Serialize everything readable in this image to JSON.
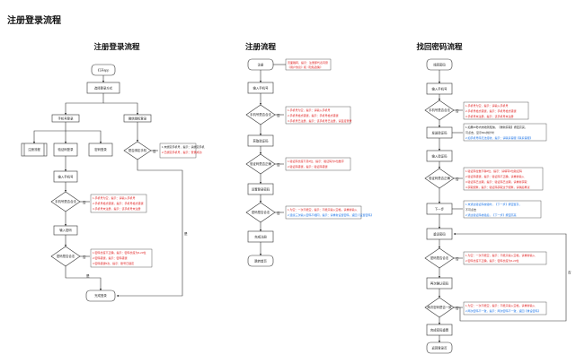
{
  "page_title": "注册登录流程",
  "sections": {
    "login": {
      "title": "注册登录流程",
      "nodes": {
        "open_app": "打开app",
        "choose_method": "选择登录方式",
        "phone_login": "手机号登录",
        "wechat_login": "微信授权登录",
        "captcha": "验证码登录",
        "password": "密码登录",
        "reg_flow": "注册流程",
        "bind": "是否绑定手机",
        "input_phone": "输入手机号",
        "check_phone": "手机号是否合法",
        "input_pwd": "输入密码",
        "check_pwd": "密码是否合法",
        "login_ok": "完成登录"
      },
      "notes": {
        "bind_note": [
          "1.未绑定手机号，提示：请绑定手机",
          "2.已绑定手机号，提示：登录成功"
        ],
        "phone_note": [
          "1.手机号为空，提示：请输入手机号",
          "2.手机号格式错误，提示：手机号格式错误",
          "3.手机号未注册，提示：该手机号未注册"
        ],
        "pwd_note": [
          "1.密码长度不正确，提示：密码长度为6-20位",
          "2.密码错误，提示：密码错误",
          "3.密码错误5次，提示：账号已锁定"
        ]
      },
      "labels": {
        "yes": "是",
        "no": "否"
      }
    },
    "register": {
      "title": "注册流程",
      "nodes": {
        "register": "注册",
        "input_phone": "输入手机号",
        "check_phone": "手机号是否合法",
        "get_code": "获取验证码",
        "check_code": "验证码是否正确",
        "set_pwd": "设置登录密码",
        "check_pwd": "密码是否合法",
        "reg_ok": "完成注册",
        "to_home": "跳转首页"
      },
      "notes": {
        "top_note": [
          "页面跳转，提示：注册即代表同意",
          "《用户协议》和《隐私政策》"
        ],
        "phone_note": [
          "1.手机号为空，提示：请输入手机号",
          "2.手机号格式错误，提示：手机号格式错误",
          "3.手机号已注册，提示：该手机号已注册，请直接登录"
        ],
        "code_note": [
          "1.验证码长度不足6位，提示：验证码为6位数字",
          "2.验证码错误，提示：验证码错误"
        ],
        "pwd_note": [
          "1.为空：一次不能空，提示：不能只输入空格，请重新输入",
          "2.连续三次输入密码不相同，提示：请重新设置密码，返回【设置密码】"
        ]
      },
      "labels": {
        "yes": "是",
        "no": "否"
      }
    },
    "recover": {
      "title": "找回密码流程",
      "nodes": {
        "forgot": "找回密码",
        "input_phone": "输入手机号",
        "check_phone": "手机号是否合法",
        "send_code": "发送验证码",
        "input_code": "输入验证码",
        "check_code": "验证码是否正确",
        "next": "下一步",
        "reset_pwd": "重设密码",
        "check_pwd": "密码是否合法",
        "confirm_pwd": "再次确认密码",
        "check_same": "两次密码是否一致",
        "done": "完成密码重置",
        "to_login": "返回登录页"
      },
      "notes": {
        "phone_note": [
          "1.手机号为空，提示：请输入手机号",
          "2.手机号格式错误，提示：手机号格式错误",
          "3.手机号未注册，提示：该手机号未注册"
        ],
        "send_note": [
          "1.如果60秒内未收到短信，【重新获取】按钮高亮，",
          "可点击，显示60s倒计时",
          "2.如手机号码无法接收，提示：请联系客服【联系客服】"
        ],
        "code_note": [
          "1.验证码位数不够6位，提示：请填写6位验证码",
          "2.验证码错误，提示：验证码不正确，请重新输入",
          "3.验证码已过期，提示：验证码已过期，请重新获取",
          "4.获取频繁，提示：验证码获取过于频繁，请稍后再试"
        ],
        "next_note": [
          "1.未通过验证码校验时，【下一步】按钮置灰，",
          "不可点击",
          "2.通过验证码校验后，【下一步】按钮高亮"
        ],
        "pwd_note": [
          "1.为空：一次不能空，提示：不能只输入空格，请重新输入",
          "2.密码长度不正确，提示：密码长度为6-20位"
        ],
        "same_note": [
          "1.为空：一次不能空，提示：不能只输入空格，请重新输入",
          "2.两次密码不一致，提示：两次密码不一致，返回【重设密码】"
        ]
      },
      "labels": {
        "yes": "是",
        "no": "否"
      }
    }
  }
}
